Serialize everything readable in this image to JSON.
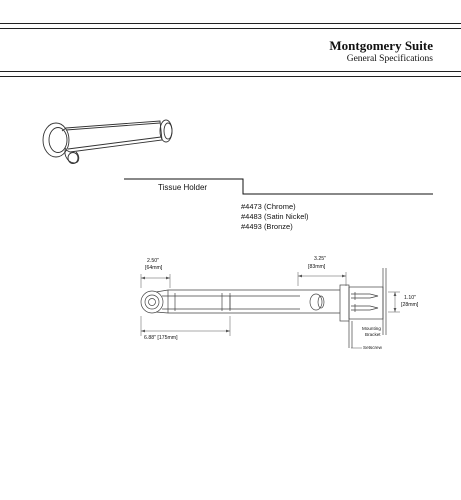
{
  "header": {
    "title": "Montgomery Suite",
    "subtitle": "General Specifications"
  },
  "product": {
    "name": "Tissue Holder",
    "models": [
      "#4473 (Chrome)",
      "#4483 (Satin Nickel)",
      "#4493 (Bronze)"
    ]
  },
  "drawing": {
    "dim_depth": "2.50\"",
    "dim_depth_mm": "[64mm]",
    "dim_length": "6.88\" [175mm]",
    "dim_projection": "3.25\"",
    "dim_projection_mm": "[83mm]",
    "dim_height": "1.10\"",
    "dim_height_mm": "[28mm]",
    "label_bracket_line1": "Mounting",
    "label_bracket_line2": "Bracket",
    "label_setscrew": "Setscrew"
  }
}
